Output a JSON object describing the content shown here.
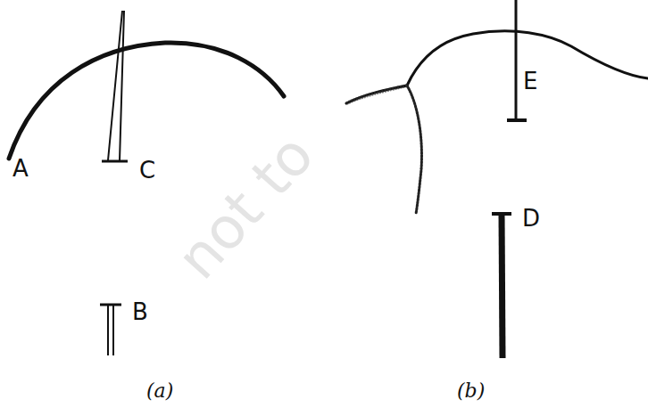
{
  "diagram": {
    "labels": [
      "A",
      "C",
      "B",
      "(a)",
      "E",
      "D",
      "(b)",
      "not to"
    ]
  }
}
